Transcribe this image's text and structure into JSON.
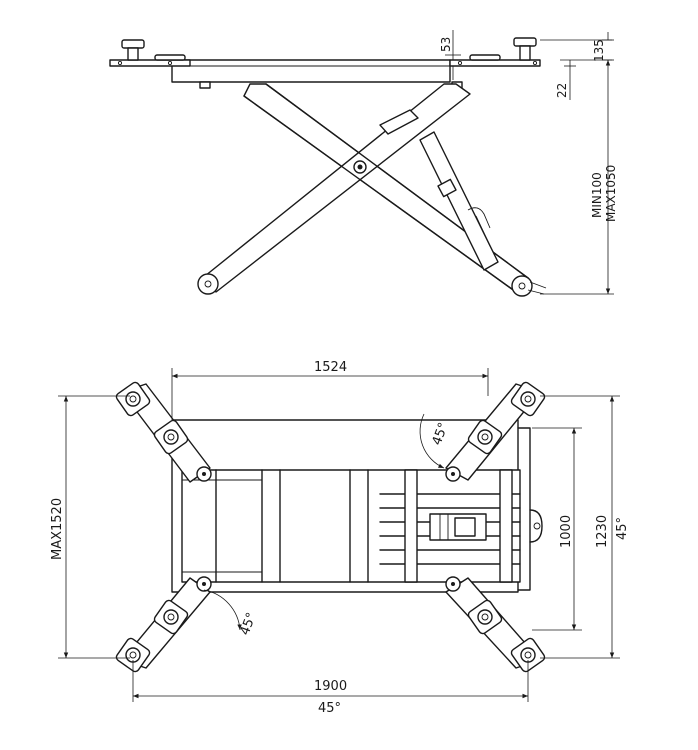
{
  "dimensions": {
    "d53": "53",
    "d135": "135",
    "d22": "22",
    "d_min": "MIN100",
    "d_max": "MAX1050",
    "d1524": "1524",
    "d_max1520": "MAX1520",
    "d1000": "1000",
    "d1230": "1230",
    "d1230_angle": "45°",
    "d1900": "1900",
    "d1900_angle": "45°",
    "angle_top": "45°",
    "angle_bottom": "45°"
  }
}
